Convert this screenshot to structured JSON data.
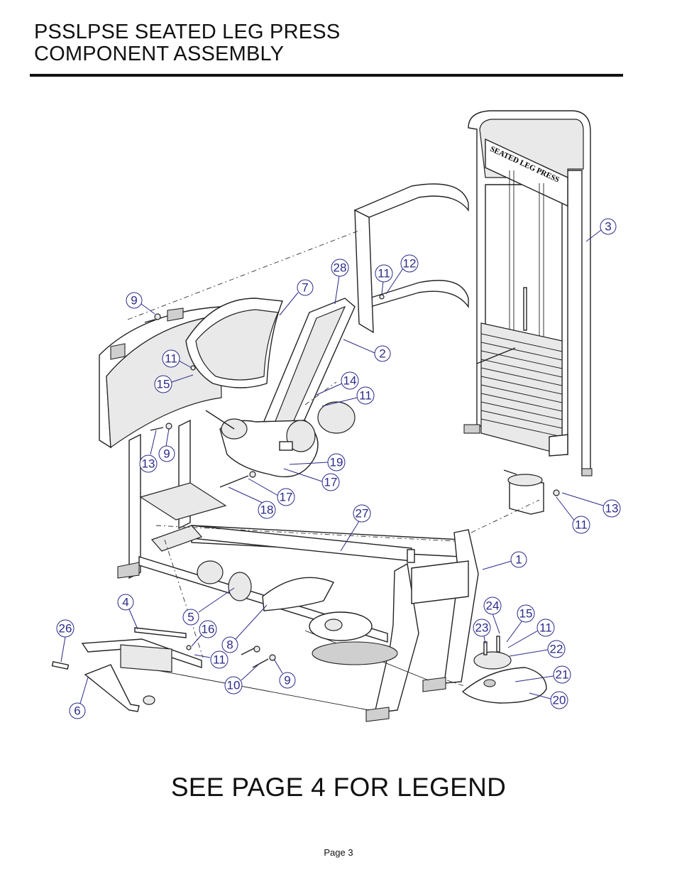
{
  "header": {
    "title_line1": "PSSLPSE SEATED LEG PRESS",
    "title_line2": "COMPONENT ASSEMBLY"
  },
  "diagram": {
    "frame_label": "SEATED LEG PRESS",
    "callouts": [
      {
        "id": "c3",
        "label": "3"
      },
      {
        "id": "c28",
        "label": "28"
      },
      {
        "id": "c11a",
        "label": "11"
      },
      {
        "id": "c12",
        "label": "12"
      },
      {
        "id": "c7",
        "label": "7"
      },
      {
        "id": "c9a",
        "label": "9"
      },
      {
        "id": "c2",
        "label": "2"
      },
      {
        "id": "c11b",
        "label": "11"
      },
      {
        "id": "c15a",
        "label": "15"
      },
      {
        "id": "c14",
        "label": "14"
      },
      {
        "id": "c11c",
        "label": "11"
      },
      {
        "id": "c13a",
        "label": "13"
      },
      {
        "id": "c9b",
        "label": "9"
      },
      {
        "id": "c19",
        "label": "19"
      },
      {
        "id": "c17a",
        "label": "17"
      },
      {
        "id": "c17b",
        "label": "17"
      },
      {
        "id": "c18",
        "label": "18"
      },
      {
        "id": "c13b",
        "label": "13"
      },
      {
        "id": "c11d",
        "label": "11"
      },
      {
        "id": "c27",
        "label": "27"
      },
      {
        "id": "c1",
        "label": "1"
      },
      {
        "id": "c4",
        "label": "4"
      },
      {
        "id": "c5",
        "label": "5"
      },
      {
        "id": "c26",
        "label": "26"
      },
      {
        "id": "c16",
        "label": "16"
      },
      {
        "id": "c8",
        "label": "8"
      },
      {
        "id": "c11e",
        "label": "11"
      },
      {
        "id": "c10",
        "label": "10"
      },
      {
        "id": "c9c",
        "label": "9"
      },
      {
        "id": "c6",
        "label": "6"
      },
      {
        "id": "c24",
        "label": "24"
      },
      {
        "id": "c15b",
        "label": "15"
      },
      {
        "id": "c23",
        "label": "23"
      },
      {
        "id": "c11f",
        "label": "11"
      },
      {
        "id": "c22",
        "label": "22"
      },
      {
        "id": "c21",
        "label": "21"
      },
      {
        "id": "c20",
        "label": "20"
      }
    ]
  },
  "footer": {
    "legend_note": "SEE PAGE 4 FOR LEGEND",
    "page_label": "Page 3"
  }
}
